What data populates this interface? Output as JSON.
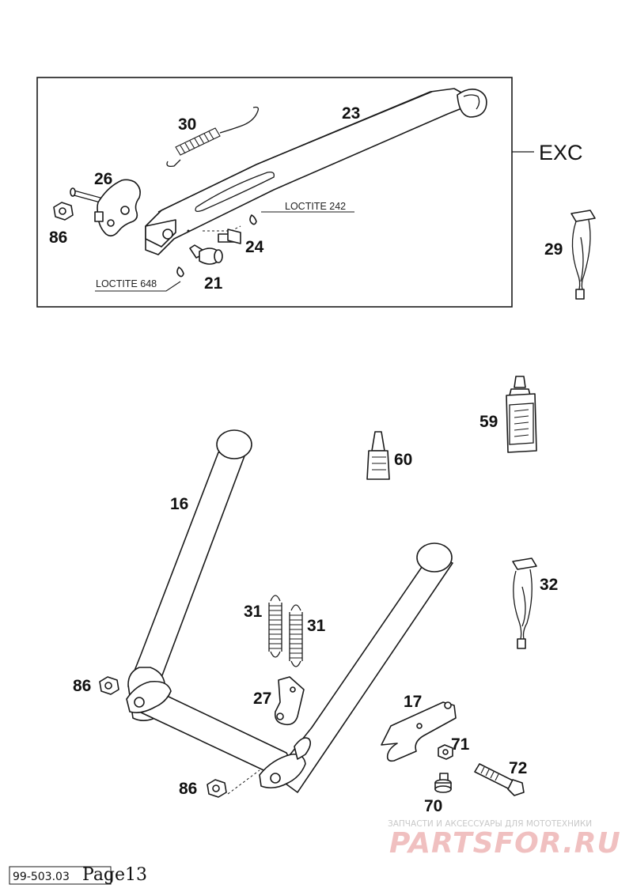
{
  "inset": {
    "variant_label": "EXC",
    "callouts": {
      "p30": "30",
      "p23": "23",
      "p26": "26",
      "p86": "86",
      "p24": "24",
      "p21": "21",
      "loctite_242": "LOCTITE 242",
      "loctite_648": "LOCTITE 648"
    }
  },
  "main": {
    "callouts": {
      "p29": "29",
      "p59": "59",
      "p60": "60",
      "p16": "16",
      "p32": "32",
      "p31a": "31",
      "p31b": "31",
      "p86a": "86",
      "p27": "27",
      "p17": "17",
      "p71": "71",
      "p72": "72",
      "p86b": "86",
      "p70": "70"
    }
  },
  "footer": {
    "doc_code": "99-503.03",
    "page_label": "Page13"
  },
  "watermark": {
    "tagline": "ЗАПЧАСТИ И АКСЕССУАРЫ ДЛЯ МОТОТЕХНИКИ",
    "brand": "PARTSFOR.RU"
  }
}
